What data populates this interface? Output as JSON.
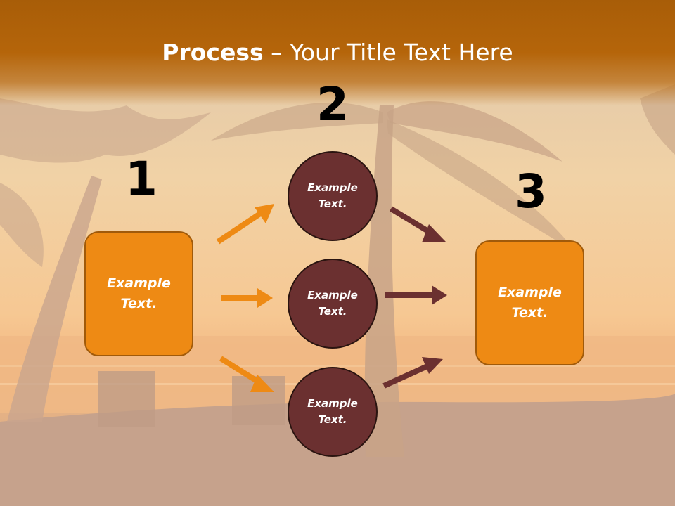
{
  "title": {
    "bold": "Process",
    "rest": " – Your Title Text Here"
  },
  "steps": [
    {
      "number": "1",
      "label": "Example\nText."
    },
    {
      "number": "2"
    },
    {
      "number": "3",
      "label": "Example\nText."
    }
  ],
  "circles": [
    {
      "label": "Example\nText."
    },
    {
      "label": "Example\nText."
    },
    {
      "label": "Example\nText."
    }
  ],
  "colors": {
    "header": "#b5650a",
    "box_fill": "#ee8a14",
    "circle_fill": "#6b3030",
    "orange_arrow": "#ee8a14",
    "dark_arrow": "#6b3030"
  }
}
